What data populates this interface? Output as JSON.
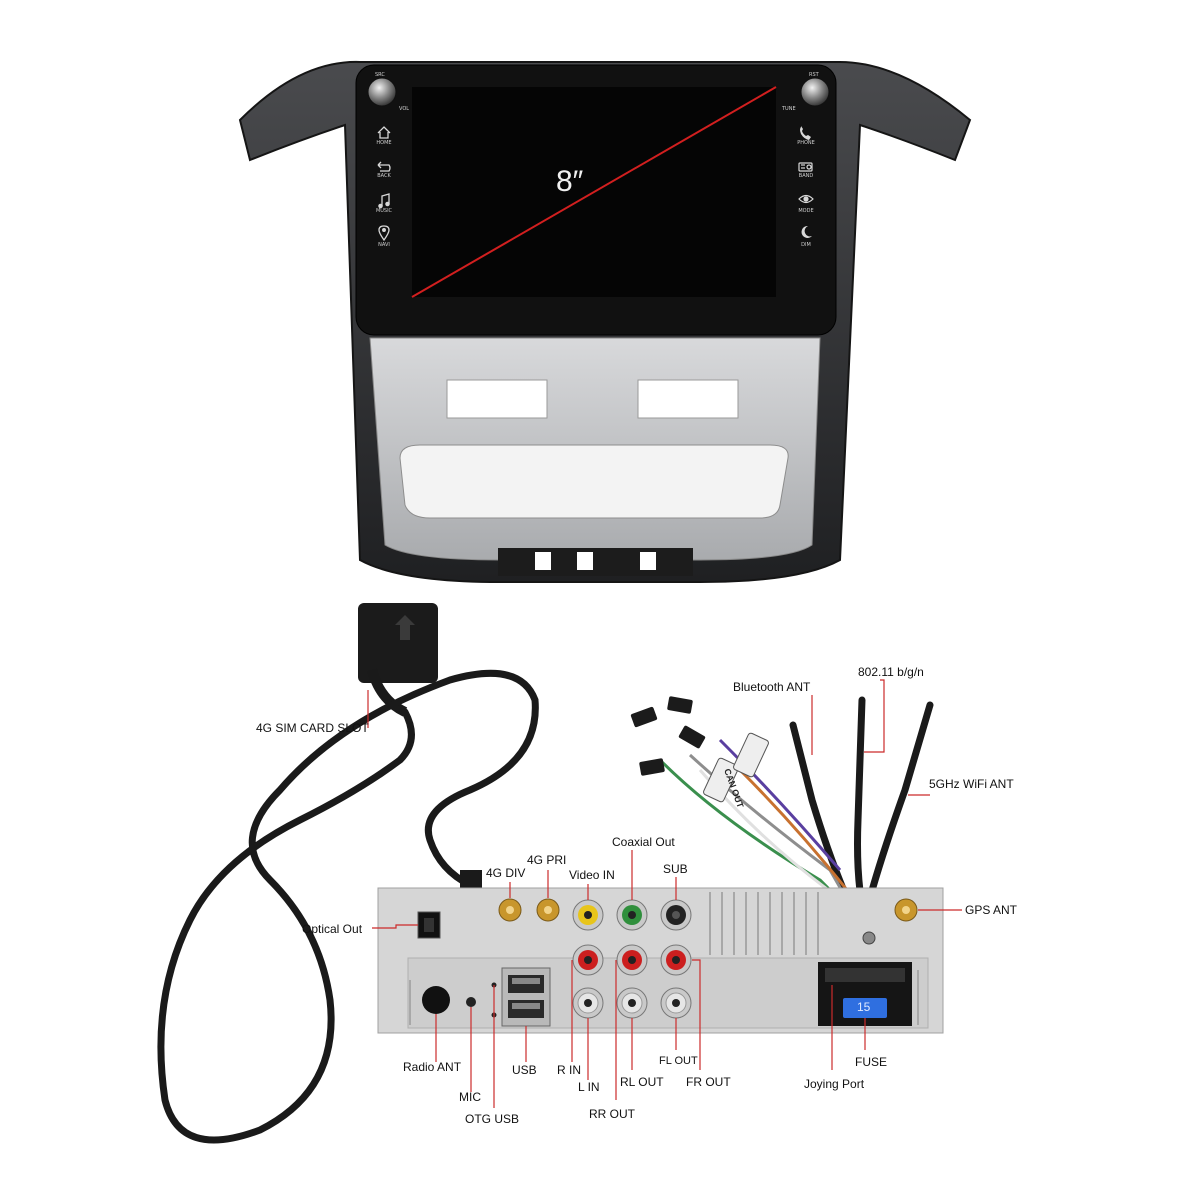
{
  "screen": {
    "size_label": "8″",
    "left_buttons": [
      {
        "icon": "home-icon",
        "label": "HOME"
      },
      {
        "icon": "back-icon",
        "label": "BACK"
      },
      {
        "icon": "music-icon",
        "label": "MUSIC"
      },
      {
        "icon": "navi-icon",
        "label": "NAVI"
      }
    ],
    "right_buttons": [
      {
        "icon": "phone-icon",
        "label": "PHONE"
      },
      {
        "icon": "band-icon",
        "label": "BAND"
      },
      {
        "icon": "mode-icon",
        "label": "MODE"
      },
      {
        "icon": "dim-icon",
        "label": "DIM"
      }
    ],
    "knob_left": {
      "top": "SRC",
      "side": "VOL"
    },
    "knob_right": {
      "top": "RST",
      "side": "TUNE"
    }
  },
  "callouts": {
    "sim_slot": "4G SIM CARD SLOT",
    "bluetooth_ant": "Bluetooth ANT",
    "wifi_24": "802.11 b/g/n",
    "wifi_5": "5GHz WiFi ANT",
    "coaxial_out": "Coaxial Out",
    "g4_pri": "4G PRI",
    "g4_div": "4G DIV",
    "video_in": "Video IN",
    "sub": "SUB",
    "gps_ant": "GPS ANT",
    "optical_out": "Optical Out",
    "radio_ant": "Radio ANT",
    "mic": "MIC",
    "otg_usb": "OTG USB",
    "usb": "USB",
    "r_in": "R IN",
    "l_in": "L IN",
    "rl_out": "RL OUT",
    "rr_out": "RR OUT",
    "fl_out": "FL OUT",
    "fr_out": "FR OUT",
    "fuse": "FUSE",
    "joying_port": "Joying Port"
  },
  "cable_tags": {
    "can_out": "CAN OUT"
  },
  "fuse_value": "15",
  "colors": {
    "bezel": "#2e2f31",
    "screen": "#050505",
    "diagonal": "#d21f1f",
    "silver_panel": "#c9cacc",
    "chassis": "#d4d4d4",
    "gold": "#c8962c",
    "rca_yellow": "#e8c51a",
    "rca_green": "#2f8f3c",
    "rca_red": "#cc1f1f",
    "rca_white": "#e6e6e6",
    "fuse_blue": "#2f6fe0"
  }
}
